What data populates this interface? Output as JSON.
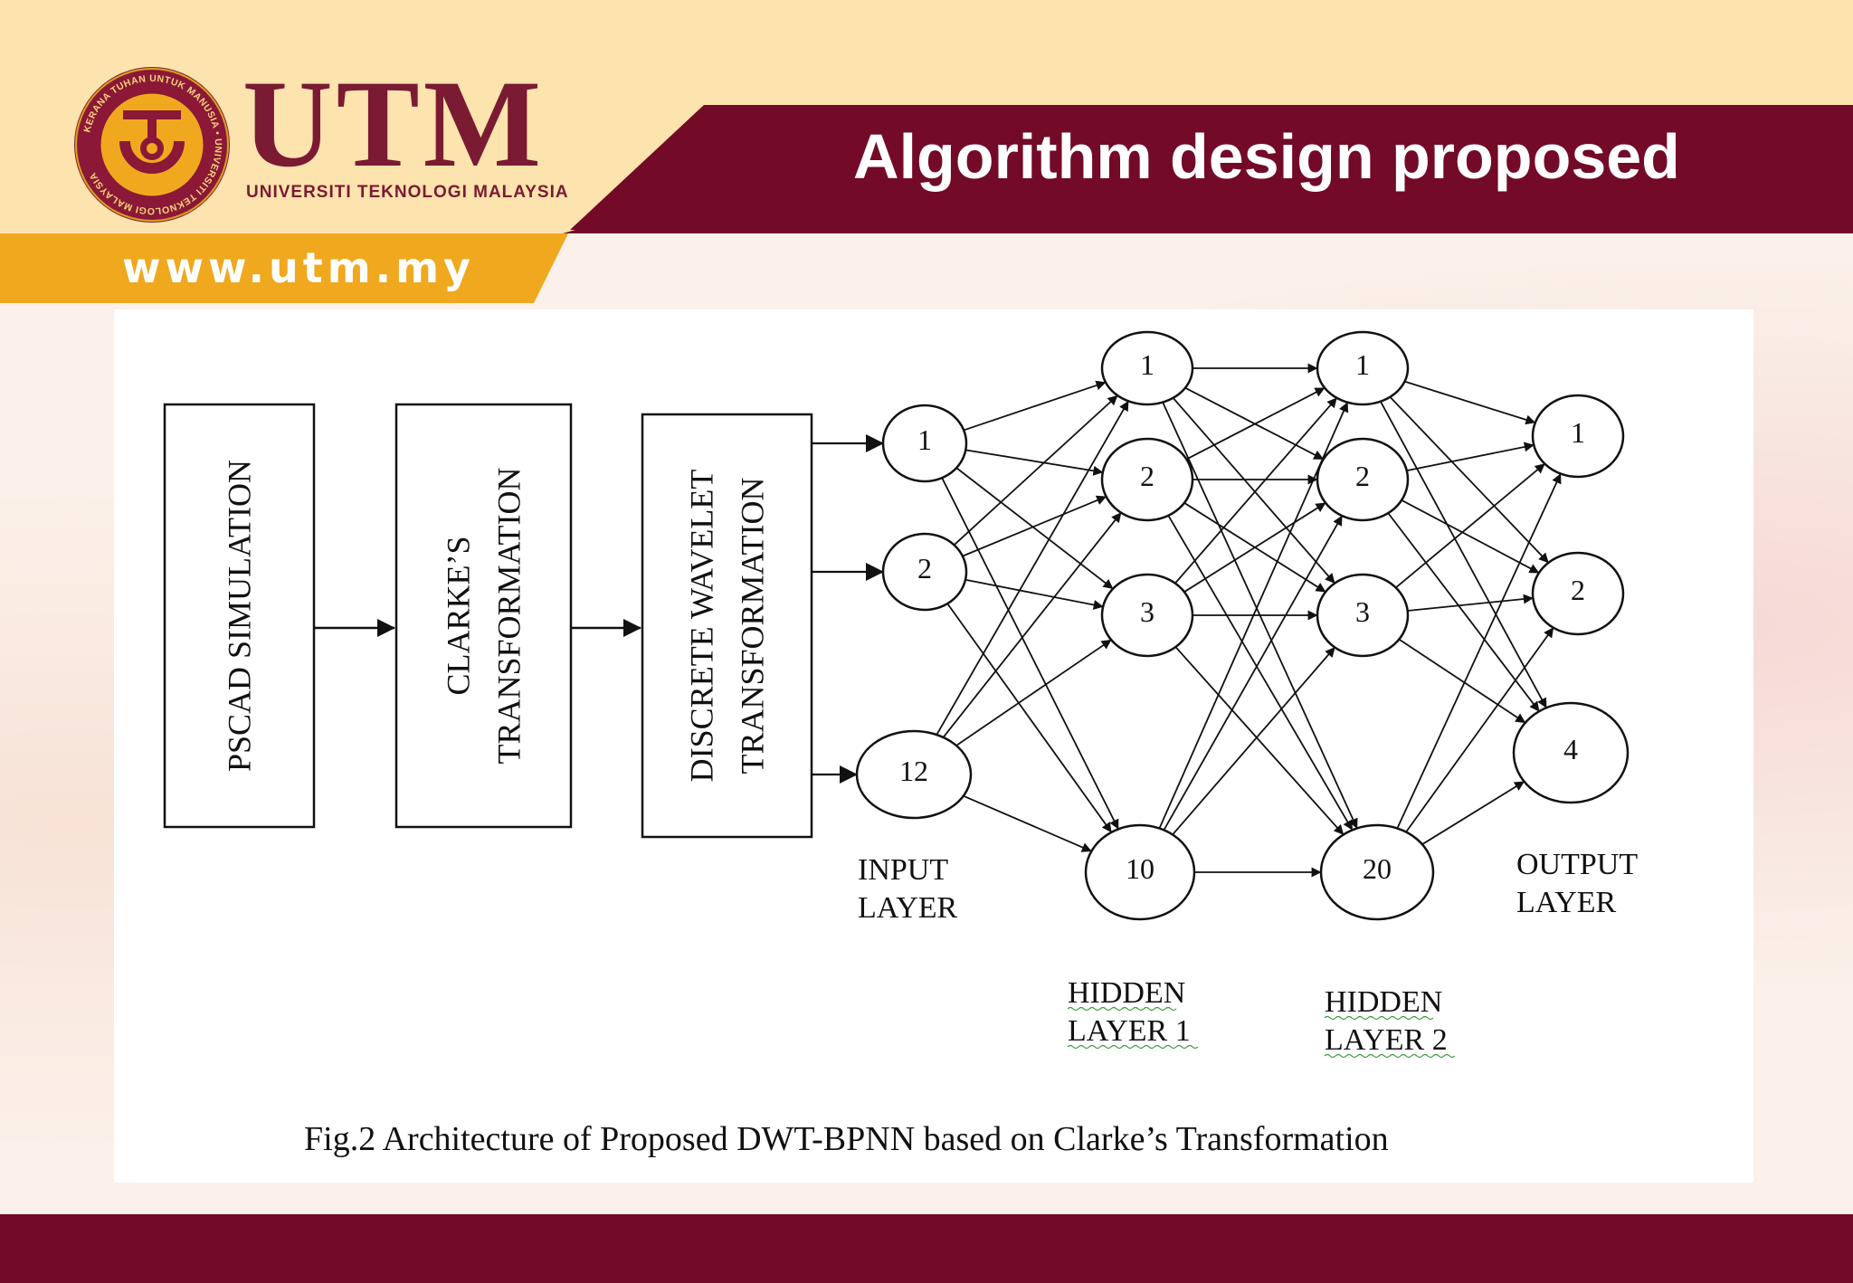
{
  "slide": {
    "title": "Algorithm design proposed",
    "website": "www.utm.my"
  },
  "logo": {
    "name": "UTM",
    "subtitle": "UNIVERSITI TEKNOLOGI MALAYSIA",
    "seal_text": "KERANA TUHAN UNTUK MANUSIA • UNIVERSITI TEKNOLOGI MALAYSIA"
  },
  "colors": {
    "maroon": "#730a28",
    "gold": "#f0a81e",
    "cream": "#fde3ad",
    "white": "#ffffff"
  },
  "diagram": {
    "blocks": [
      {
        "lines": [
          "PSCAD  SIMULATION"
        ]
      },
      {
        "lines": [
          "CLARKE’S",
          "TRANSFORMATION"
        ]
      },
      {
        "lines": [
          "DISCRETE WAVELET",
          "TRANSFORMATION"
        ]
      }
    ],
    "layers": [
      {
        "name": "input",
        "label_lines": [
          "INPUT",
          "LAYER"
        ],
        "nodes": [
          "1",
          "2",
          "12"
        ]
      },
      {
        "name": "hidden1",
        "label_lines": [
          "HIDDEN",
          "LAYER 1"
        ],
        "nodes": [
          "1",
          "2",
          "3",
          "10"
        ]
      },
      {
        "name": "hidden2",
        "label_lines": [
          "HIDDEN",
          "LAYER 2"
        ],
        "nodes": [
          "1",
          "2",
          "3",
          "20"
        ]
      },
      {
        "name": "output",
        "label_lines": [
          "OUTPUT",
          "LAYER"
        ],
        "nodes": [
          "1",
          "2",
          "4"
        ]
      }
    ],
    "caption": "Fig.2  Architecture of Proposed DWT-BPNN based on Clarke’s Transformation"
  }
}
